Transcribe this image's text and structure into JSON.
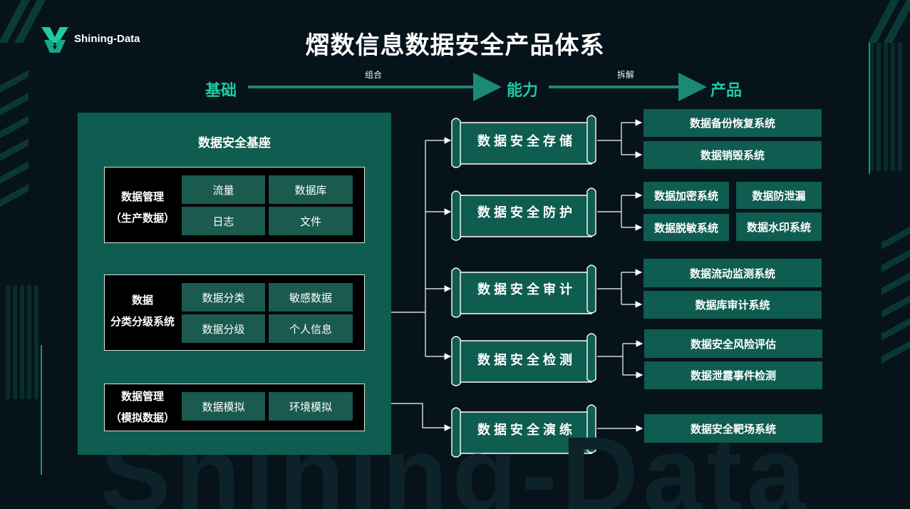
{
  "brand": {
    "logo_text": "Shining-Data",
    "watermark": "Shining-Data"
  },
  "title": "熠数信息数据安全产品体系",
  "flow": {
    "foundation": "基础",
    "combine": "组合",
    "capability": "能力",
    "split": "拆解",
    "product": "产品"
  },
  "foundation_panel": {
    "title": "数据安全基座",
    "groups": [
      {
        "label_line1": "数据管理",
        "label_line2": "（生产数据）",
        "cells": [
          "流量",
          "数据库",
          "日志",
          "文件"
        ]
      },
      {
        "label_line1": "数据",
        "label_line2": "分类分级系统",
        "cells": [
          "数据分类",
          "敏感数据",
          "数据分级",
          "个人信息"
        ]
      },
      {
        "label_line1": "数据管理",
        "label_line2": "（模拟数据）",
        "cells": [
          "数据模拟",
          "环境模拟"
        ]
      }
    ]
  },
  "capabilities": [
    {
      "name": "数据安全存储",
      "products": [
        "数据备份恢复系统",
        "数据销毁系统"
      ]
    },
    {
      "name": "数据安全防护",
      "products": [
        "数据加密系统",
        "数据脱敏系统",
        "数据防泄漏",
        "数据水印系统"
      ]
    },
    {
      "name": "数据安全审计",
      "products": [
        "数据流动监测系统",
        "数据库审计系统"
      ]
    },
    {
      "name": "数据安全检测",
      "products": [
        "数据安全风险评估",
        "数据泄露事件检测"
      ]
    },
    {
      "name": "数据安全演练",
      "products": [
        "数据安全靶场系统"
      ]
    }
  ],
  "colors": {
    "background": "#06131a",
    "panel": "#0f5c50",
    "accent": "#1fc9a4",
    "cell": "#1a5a4f",
    "line": "#ffffff",
    "stripe": "#0f5c50"
  }
}
